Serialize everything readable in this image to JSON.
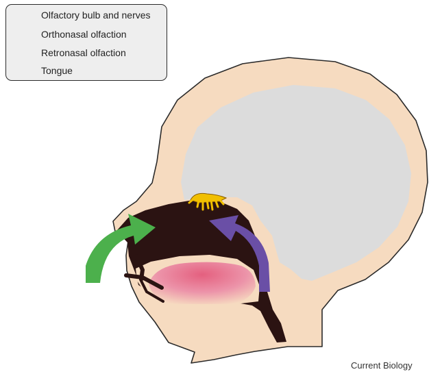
{
  "legend": {
    "items": [
      {
        "label": "Olfactory bulb and nerves",
        "icon": "olfactory-bulb-icon",
        "color": "#f1bf00"
      },
      {
        "label": "Orthonasal olfaction",
        "icon": "green-arrow-icon",
        "color": "#4cb04c"
      },
      {
        "label": "Retronasal olfaction",
        "icon": "purple-arrow-icon",
        "color": "#6a4fa6"
      },
      {
        "label": "Tongue",
        "icon": "tongue-icon",
        "color": "#e66f88"
      }
    ]
  },
  "credit": "Current Biology",
  "colors": {
    "skin": "#f6dbc0",
    "brain": "#dcdcdc",
    "cavity": "#2b1312",
    "tongue": "#eb8ca3",
    "orthonasal_arrow": "#4cb04c",
    "retronasal_arrow": "#6a4fa6",
    "olfactory_bulb": "#f1bf00"
  }
}
